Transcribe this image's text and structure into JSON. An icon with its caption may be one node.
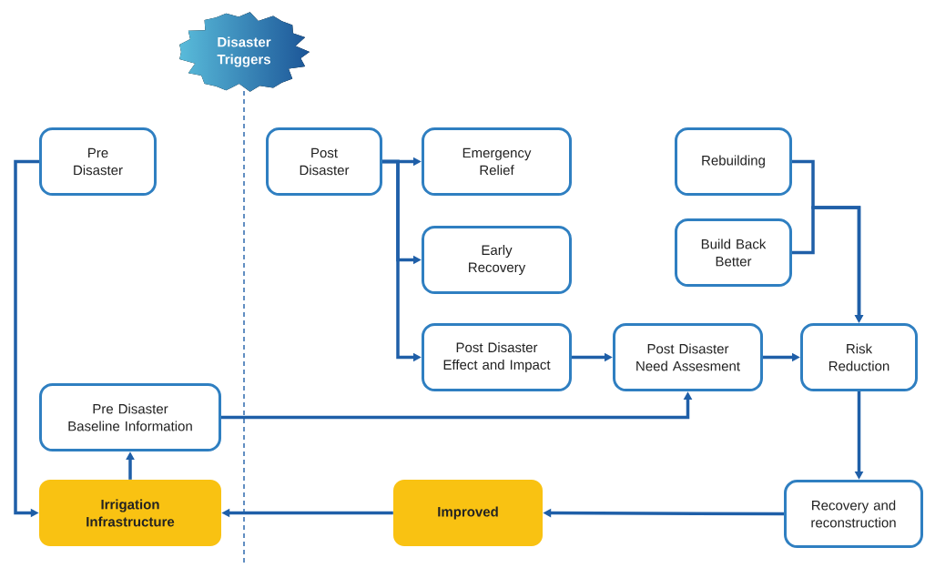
{
  "diagram": {
    "nodes": [
      {
        "text": [
          "Disaster Triggers"
        ]
      },
      {
        "text": [
          "Pre Disaster"
        ]
      },
      {
        "text": [
          "Post Disaster"
        ]
      },
      {
        "text": [
          "Emergency Relief"
        ]
      },
      {
        "text": [
          "Early Recovery"
        ]
      },
      {
        "text": [
          "Post Disaster Effect and Impact"
        ]
      },
      {
        "text": [
          "Post Disaster Need Assesment"
        ]
      },
      {
        "text": [
          "Rebuilding"
        ]
      },
      {
        "text": [
          "Build Back Better"
        ]
      },
      {
        "text": [
          "Risk Reduction"
        ]
      },
      {
        "text": [
          "Pre Disaster Baseline Information"
        ]
      },
      {
        "text": [
          "Irrigation Infrastructure"
        ]
      },
      {
        "text": [
          "Improved"
        ]
      },
      {
        "text": [
          "Recovery and reconstruction"
        ]
      }
    ],
    "edges": [
      {
        "from": 1,
        "to": 11,
        "arrow": "to"
      },
      {
        "from": 2,
        "to": 3,
        "arrow": "to"
      },
      {
        "from": 2,
        "to": 4,
        "arrow": "to"
      },
      {
        "from": 2,
        "to": 5,
        "arrow": "to"
      },
      {
        "from": 5,
        "to": 6,
        "arrow": "to"
      },
      {
        "from": 6,
        "to": 9,
        "arrow": "to"
      },
      {
        "from": 7,
        "to": 9,
        "arrow": "to"
      },
      {
        "from": 8,
        "to": 9,
        "arrow": "to"
      },
      {
        "from": 9,
        "to": 13,
        "arrow": "to"
      },
      {
        "from": 13,
        "to": 12,
        "arrow": "to"
      },
      {
        "from": 12,
        "to": 11,
        "arrow": "to"
      },
      {
        "from": 11,
        "to": 10,
        "arrow": "to"
      },
      {
        "from": 10,
        "to": 6,
        "arrow": "to"
      }
    ]
  }
}
